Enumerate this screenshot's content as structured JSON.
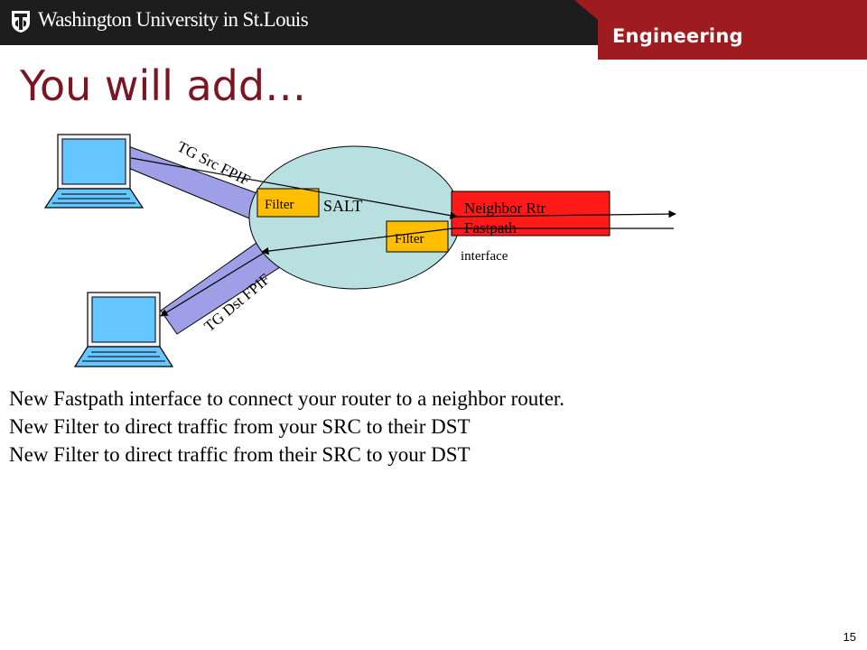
{
  "header": {
    "university": "Washington University in St.Louis",
    "school": "Engineering"
  },
  "slide": {
    "title": "You will add…",
    "page_number": "15"
  },
  "diagram": {
    "tg_src_label": "TG Src FPIF",
    "tg_dst_label": "TG Dst FPIF",
    "salt_label": "SALT",
    "filter_label_1": "Filter",
    "filter_label_2": "Filter",
    "neighbor_label_line1": "Neighbor Rtr",
    "neighbor_label_line2": "Fastpath",
    "interface_label": "interface"
  },
  "bullets": [
    "New Fastpath interface to connect your router to a neighbor router.",
    "New Filter to direct traffic from your SRC to their DST",
    "New Filter to direct traffic from their SRC to your DST"
  ],
  "colors": {
    "header_bg": "#1d1d1d",
    "header_red": "#9e1b1f",
    "title": "#7b1521",
    "router_fill": "#b9e0e0",
    "filter_fill": "#ffbe00",
    "neighbor_fill": "#ff1a1a",
    "link_fill": "#9f9fe8",
    "screen_fill": "#66c6ff"
  }
}
